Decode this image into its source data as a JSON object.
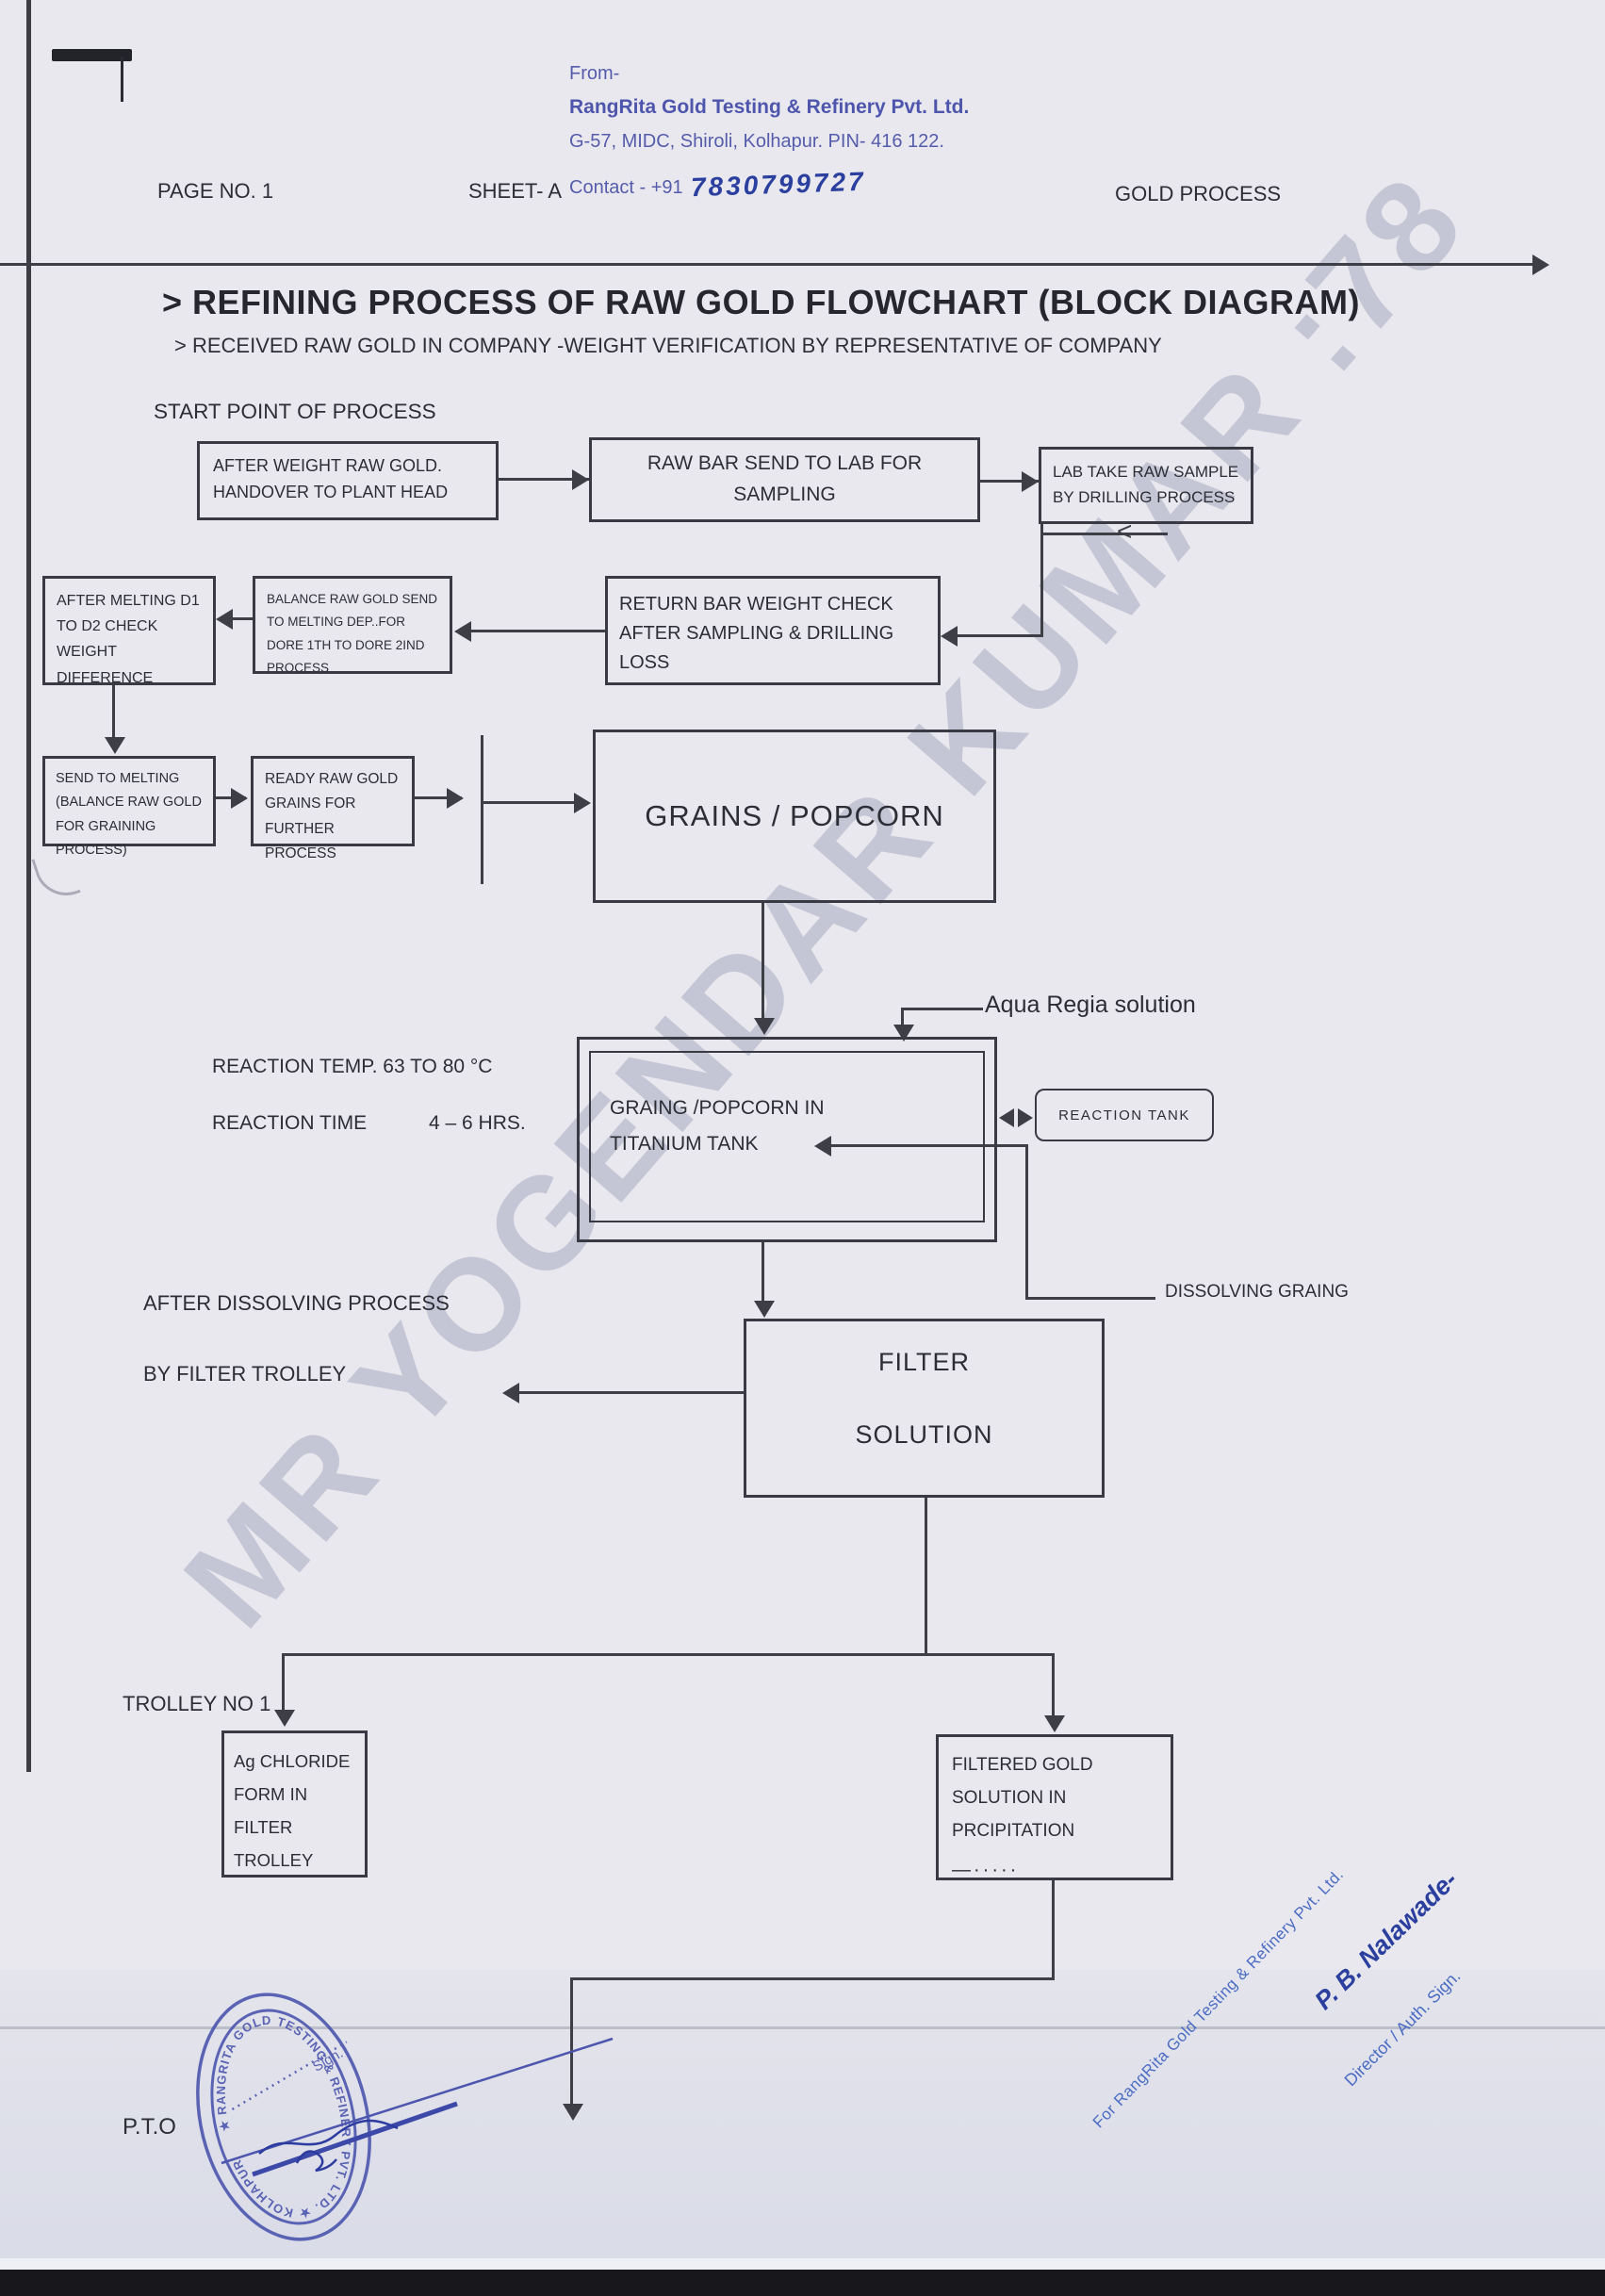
{
  "header": {
    "page_no": "PAGE NO. 1",
    "sheet": "SHEET- A",
    "right_label": "GOLD PROCESS",
    "stamp": {
      "from": "From-",
      "company": "RangRita Gold Testing & Refinery Pvt. Ltd.",
      "address": "G-57, MIDC, Shiroli, Kolhapur. PIN- 416 122.",
      "contact_prefix": "Contact - +91",
      "phone_handwritten": "7830799727"
    }
  },
  "title_block": {
    "title": "> REFINING PROCESS OF RAW GOLD FLOWCHART (BLOCK DIAGRAM)",
    "subtitle": "> RECEIVED RAW GOLD IN COMPANY -WEIGHT VERIFICATION BY REPRESENTATIVE OF COMPANY",
    "start_label": "START POINT OF PROCESS"
  },
  "flow": {
    "after_weight": "AFTER WEIGHT RAW GOLD. HANDOVER TO PLANT HEAD",
    "raw_bar": "RAW BAR SEND TO  LAB FOR SAMPLING",
    "lab_sample": "LAB TAKE RAW SAMPLE BY DRILLING PROCESS",
    "melting_check": "AFTER MELTING D1 TO D2 CHECK WEIGHT DIFFERENCE",
    "balance": "BALANCE RAW GOLD SEND TO MELTING  DEP..FOR DORE 1TH TO DORE 2IND PROCESS",
    "return_bar": "RETURN BAR WEIGHT CHECK AFTER SAMPLING & DRILLING LOSS",
    "send_melting": "SEND TO MELTING (BALANCE RAW GOLD FOR GRAINING PROCESS)",
    "ready_grains": "READY RAW GOLD GRAINS FOR FURTHER PROCESS",
    "grains": "GRAINS / POPCORN",
    "tank": "GRAING /POPCORN IN TITANIUM TANK",
    "reaction_tank": "REACTION TANK",
    "filter_line1": "FILTER",
    "filter_line2": "SOLUTION",
    "ag_chloride": "Ag CHLORIDE FORM IN FILTER TROLLEY",
    "filtered_gold": "FILTERED GOLD SOLUTION  IN PRCIPITATION",
    "filtered_gold_dashes": "—·····"
  },
  "annotations": {
    "reaction_temp": "REACTION TEMP. 63 TO 80 °C",
    "reaction_time_label": "REACTION TIME",
    "reaction_time_value": "4 – 6 HRS.",
    "aqua_regia": "Aqua Regia solution",
    "dissolving": "DISSOLVING GRAING",
    "after_dissolving": "AFTER DISSOLVING PROCESS",
    "by_filter_trolley": "BY FILTER TROLLEY",
    "trolley_no": "TROLLEY NO 1",
    "feedback_arrow_glyph": "<"
  },
  "watermark": "MR YOGENDAR KUMAR :78",
  "footer": {
    "pto": "P.T.O",
    "for_company": "For RangRita Gold Testing & Refinery Pvt. Ltd.",
    "signer": "P. B. Nalawade-",
    "designation": "Director / Auth. Sign.",
    "stamp_ring": "★ RANGRITA GOLD TESTING & REFINERY PVT. LTD. ★ KOLHAPUR ",
    "stamp_sign": "Sign."
  },
  "colors": {
    "paper": "#e9e8ef",
    "ink": "#2c2d35",
    "stamp_blue": "#555cab",
    "footer_blue": "#4a6cc3",
    "handwriting_blue": "#2b3f9e"
  }
}
